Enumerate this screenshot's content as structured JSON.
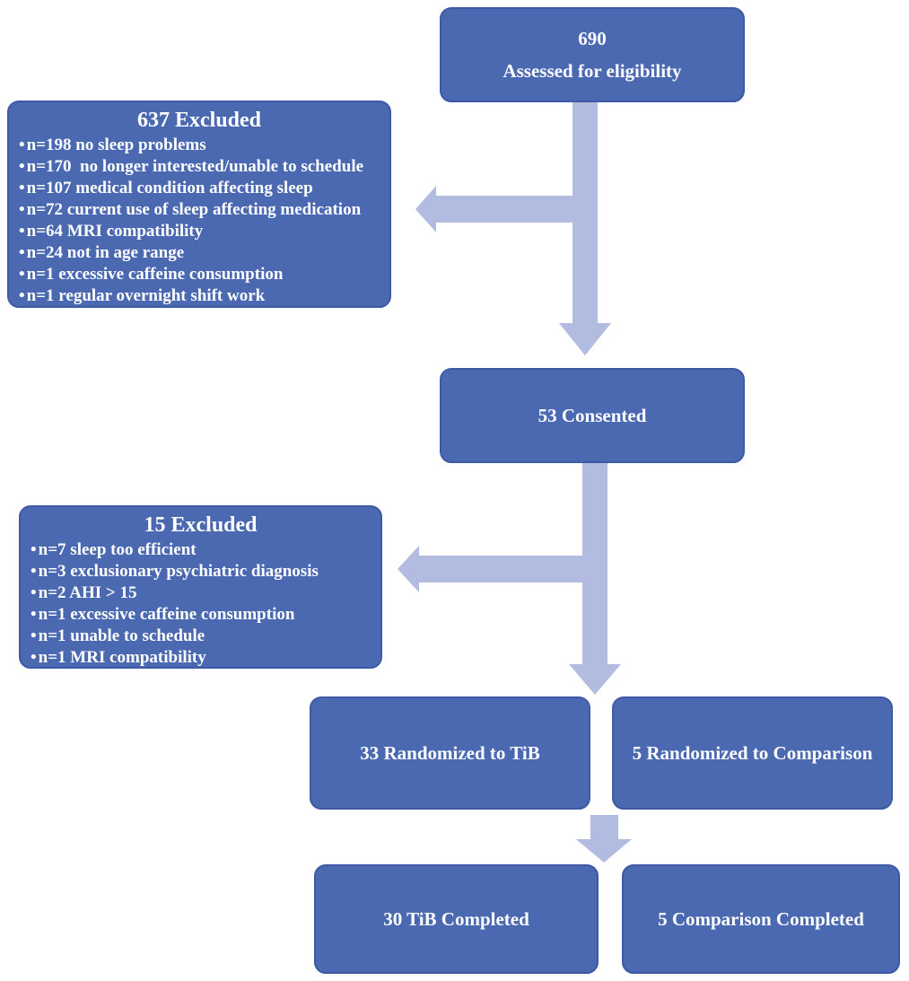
{
  "bullet_char": "•",
  "colors": {
    "box_fill": "#4b69b1",
    "box_border": "#3e59a5",
    "arrow_fill": "#b1bce0",
    "text": "#ffffff",
    "background": "#ffffff"
  },
  "flowchart": {
    "assessed": {
      "count": "690",
      "label": "Assessed for eligibility"
    },
    "excluded1": {
      "title": "637 Excluded",
      "items": [
        "n=198 no sleep problems",
        "n=170  no longer interested/unable to schedule",
        "n=107 medical condition affecting sleep",
        "n=72 current use of sleep affecting medication",
        "n=64 MRI compatibility",
        "n=24 not in age range",
        "n=1 excessive caffeine consumption",
        "n=1 regular overnight shift work"
      ]
    },
    "consented": {
      "label": "53 Consented"
    },
    "excluded2": {
      "title": "15 Excluded",
      "items": [
        "n=7 sleep too efficient",
        "n=3 exclusionary psychiatric diagnosis",
        "n=2 AHI > 15",
        "n=1 excessive caffeine consumption",
        "n=1 unable to schedule",
        "n=1 MRI compatibility"
      ]
    },
    "randomized_tib": {
      "label": "33 Randomized to TiB"
    },
    "randomized_comparison": {
      "label": "5 Randomized to Comparison"
    },
    "tib_completed": {
      "label": "30 TiB Completed"
    },
    "comparison_completed": {
      "label": "5 Comparison Completed"
    }
  }
}
